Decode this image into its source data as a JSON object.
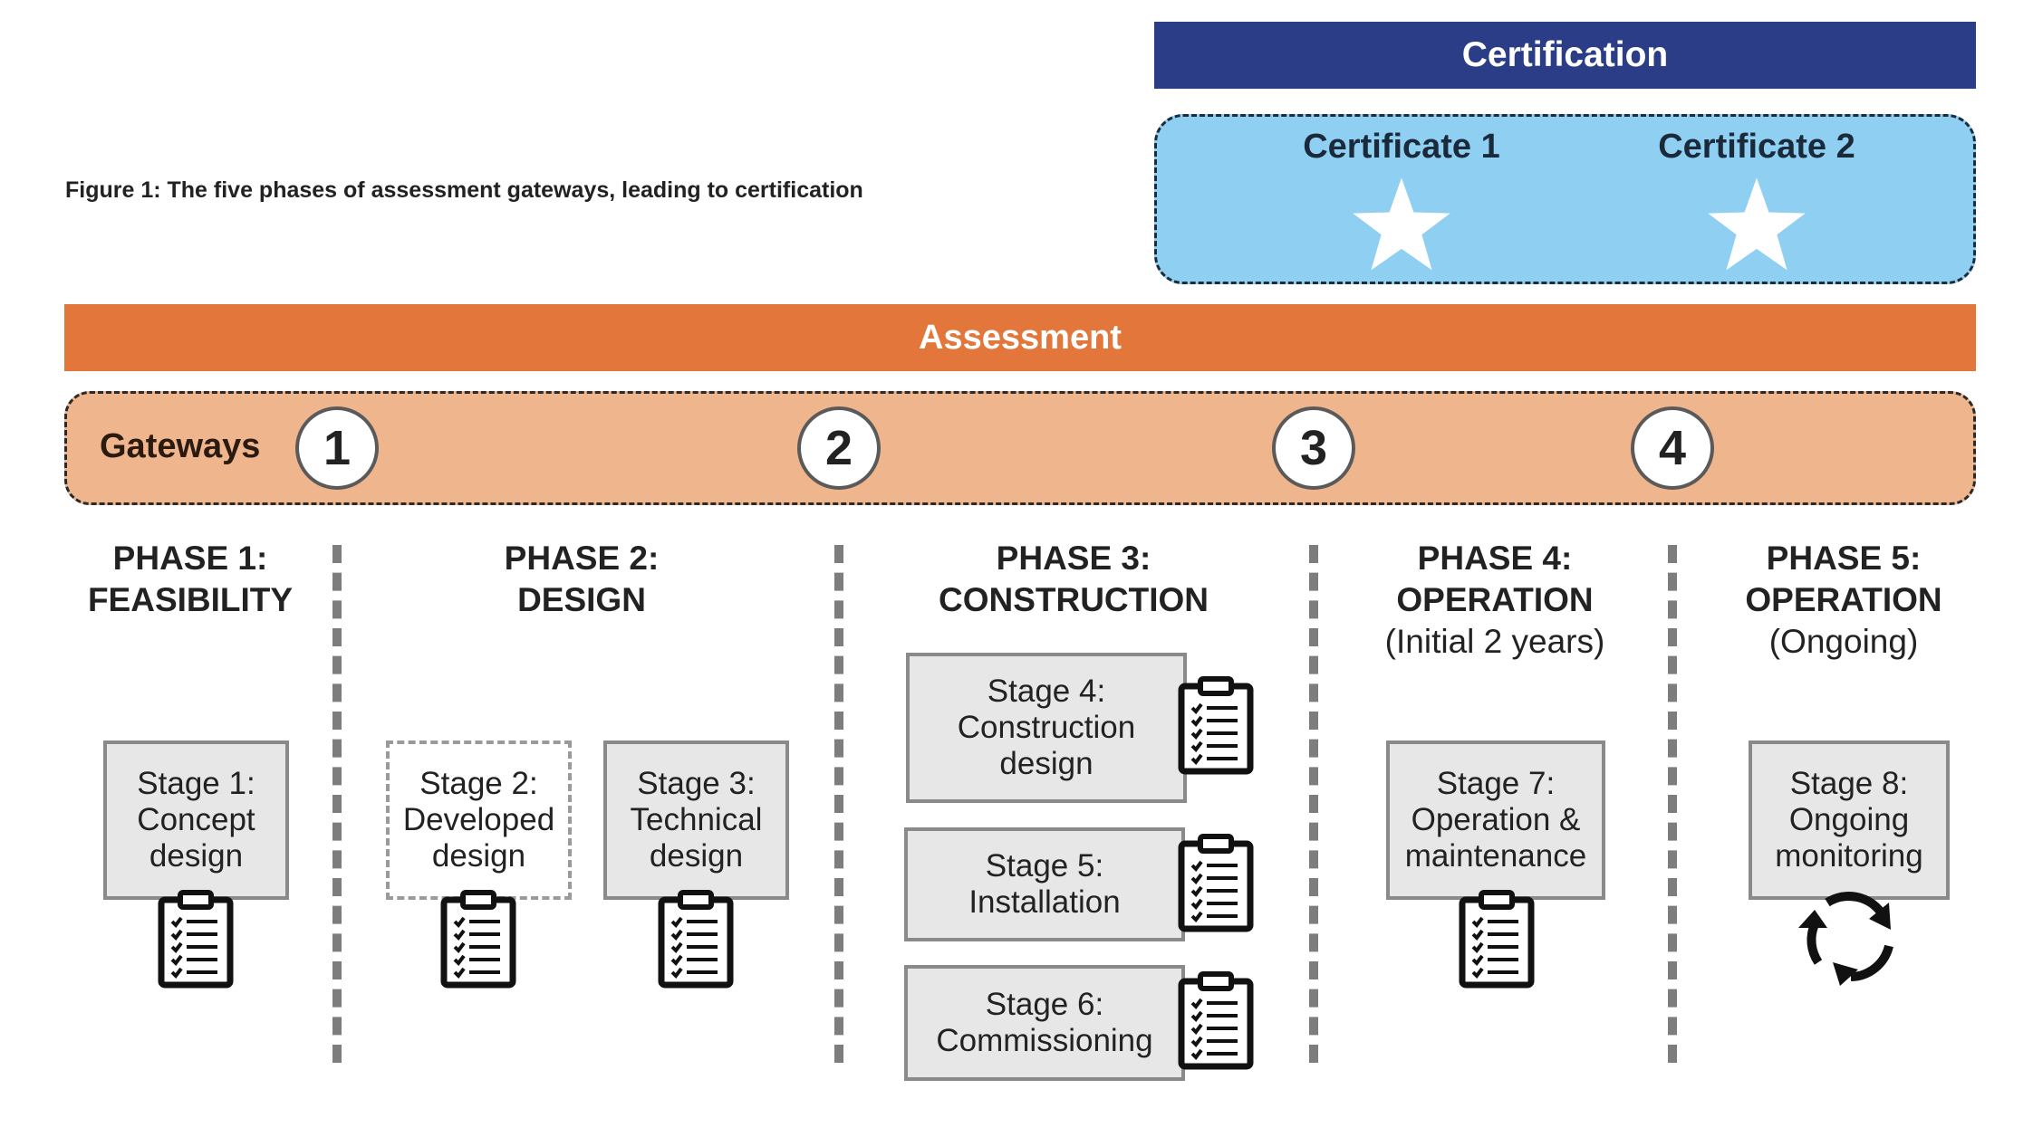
{
  "caption": "Figure 1:  The five phases of assessment gateways, leading to certification",
  "certification": {
    "title": "Certification",
    "certificates": [
      {
        "label": "Certificate 1",
        "icon": "star-icon"
      },
      {
        "label": "Certificate 2",
        "icon": "star-icon"
      }
    ]
  },
  "assessment": {
    "title": "Assessment"
  },
  "gateways": {
    "label": "Gateways",
    "numbers": [
      "1",
      "2",
      "3",
      "4"
    ]
  },
  "phases": [
    {
      "line1": "PHASE 1:",
      "line2": "FEASIBILITY",
      "line3": ""
    },
    {
      "line1": "PHASE 2:",
      "line2": "DESIGN",
      "line3": ""
    },
    {
      "line1": "PHASE 3:",
      "line2": "CONSTRUCTION",
      "line3": ""
    },
    {
      "line1": "PHASE 4:",
      "line2": "OPERATION",
      "line3": "(Initial 2 years)"
    },
    {
      "line1": "PHASE 5:",
      "line2": "OPERATION",
      "line3": "(Ongoing)"
    }
  ],
  "stages": [
    {
      "line1": "Stage 1:",
      "line2": "Concept",
      "line3": "design",
      "icon": "clipboard-icon"
    },
    {
      "line1": "Stage 2:",
      "line2": "Developed",
      "line3": "design",
      "icon": "clipboard-icon"
    },
    {
      "line1": "Stage 3:",
      "line2": "Technical",
      "line3": "design",
      "icon": "clipboard-icon"
    },
    {
      "line1": "Stage 4:",
      "line2": "Construction",
      "line3": "design",
      "icon": "clipboard-icon"
    },
    {
      "line1": "Stage 5:",
      "line2": "Installation",
      "line3": "",
      "icon": "clipboard-icon"
    },
    {
      "line1": "Stage 6:",
      "line2": "Commissioning",
      "line3": "",
      "icon": "clipboard-icon"
    },
    {
      "line1": "Stage 7:",
      "line2": "Operation &",
      "line3": "maintenance",
      "icon": "clipboard-icon"
    },
    {
      "line1": "Stage 8:",
      "line2": "Ongoing",
      "line3": "monitoring",
      "icon": "cycle-arrows-icon"
    }
  ],
  "colors": {
    "certification": "#2b3d86",
    "certificate_box": "#8ecff2",
    "assessment": "#e3773b",
    "gateways": "#efb68d",
    "stage_fill": "#e7e7e7"
  }
}
